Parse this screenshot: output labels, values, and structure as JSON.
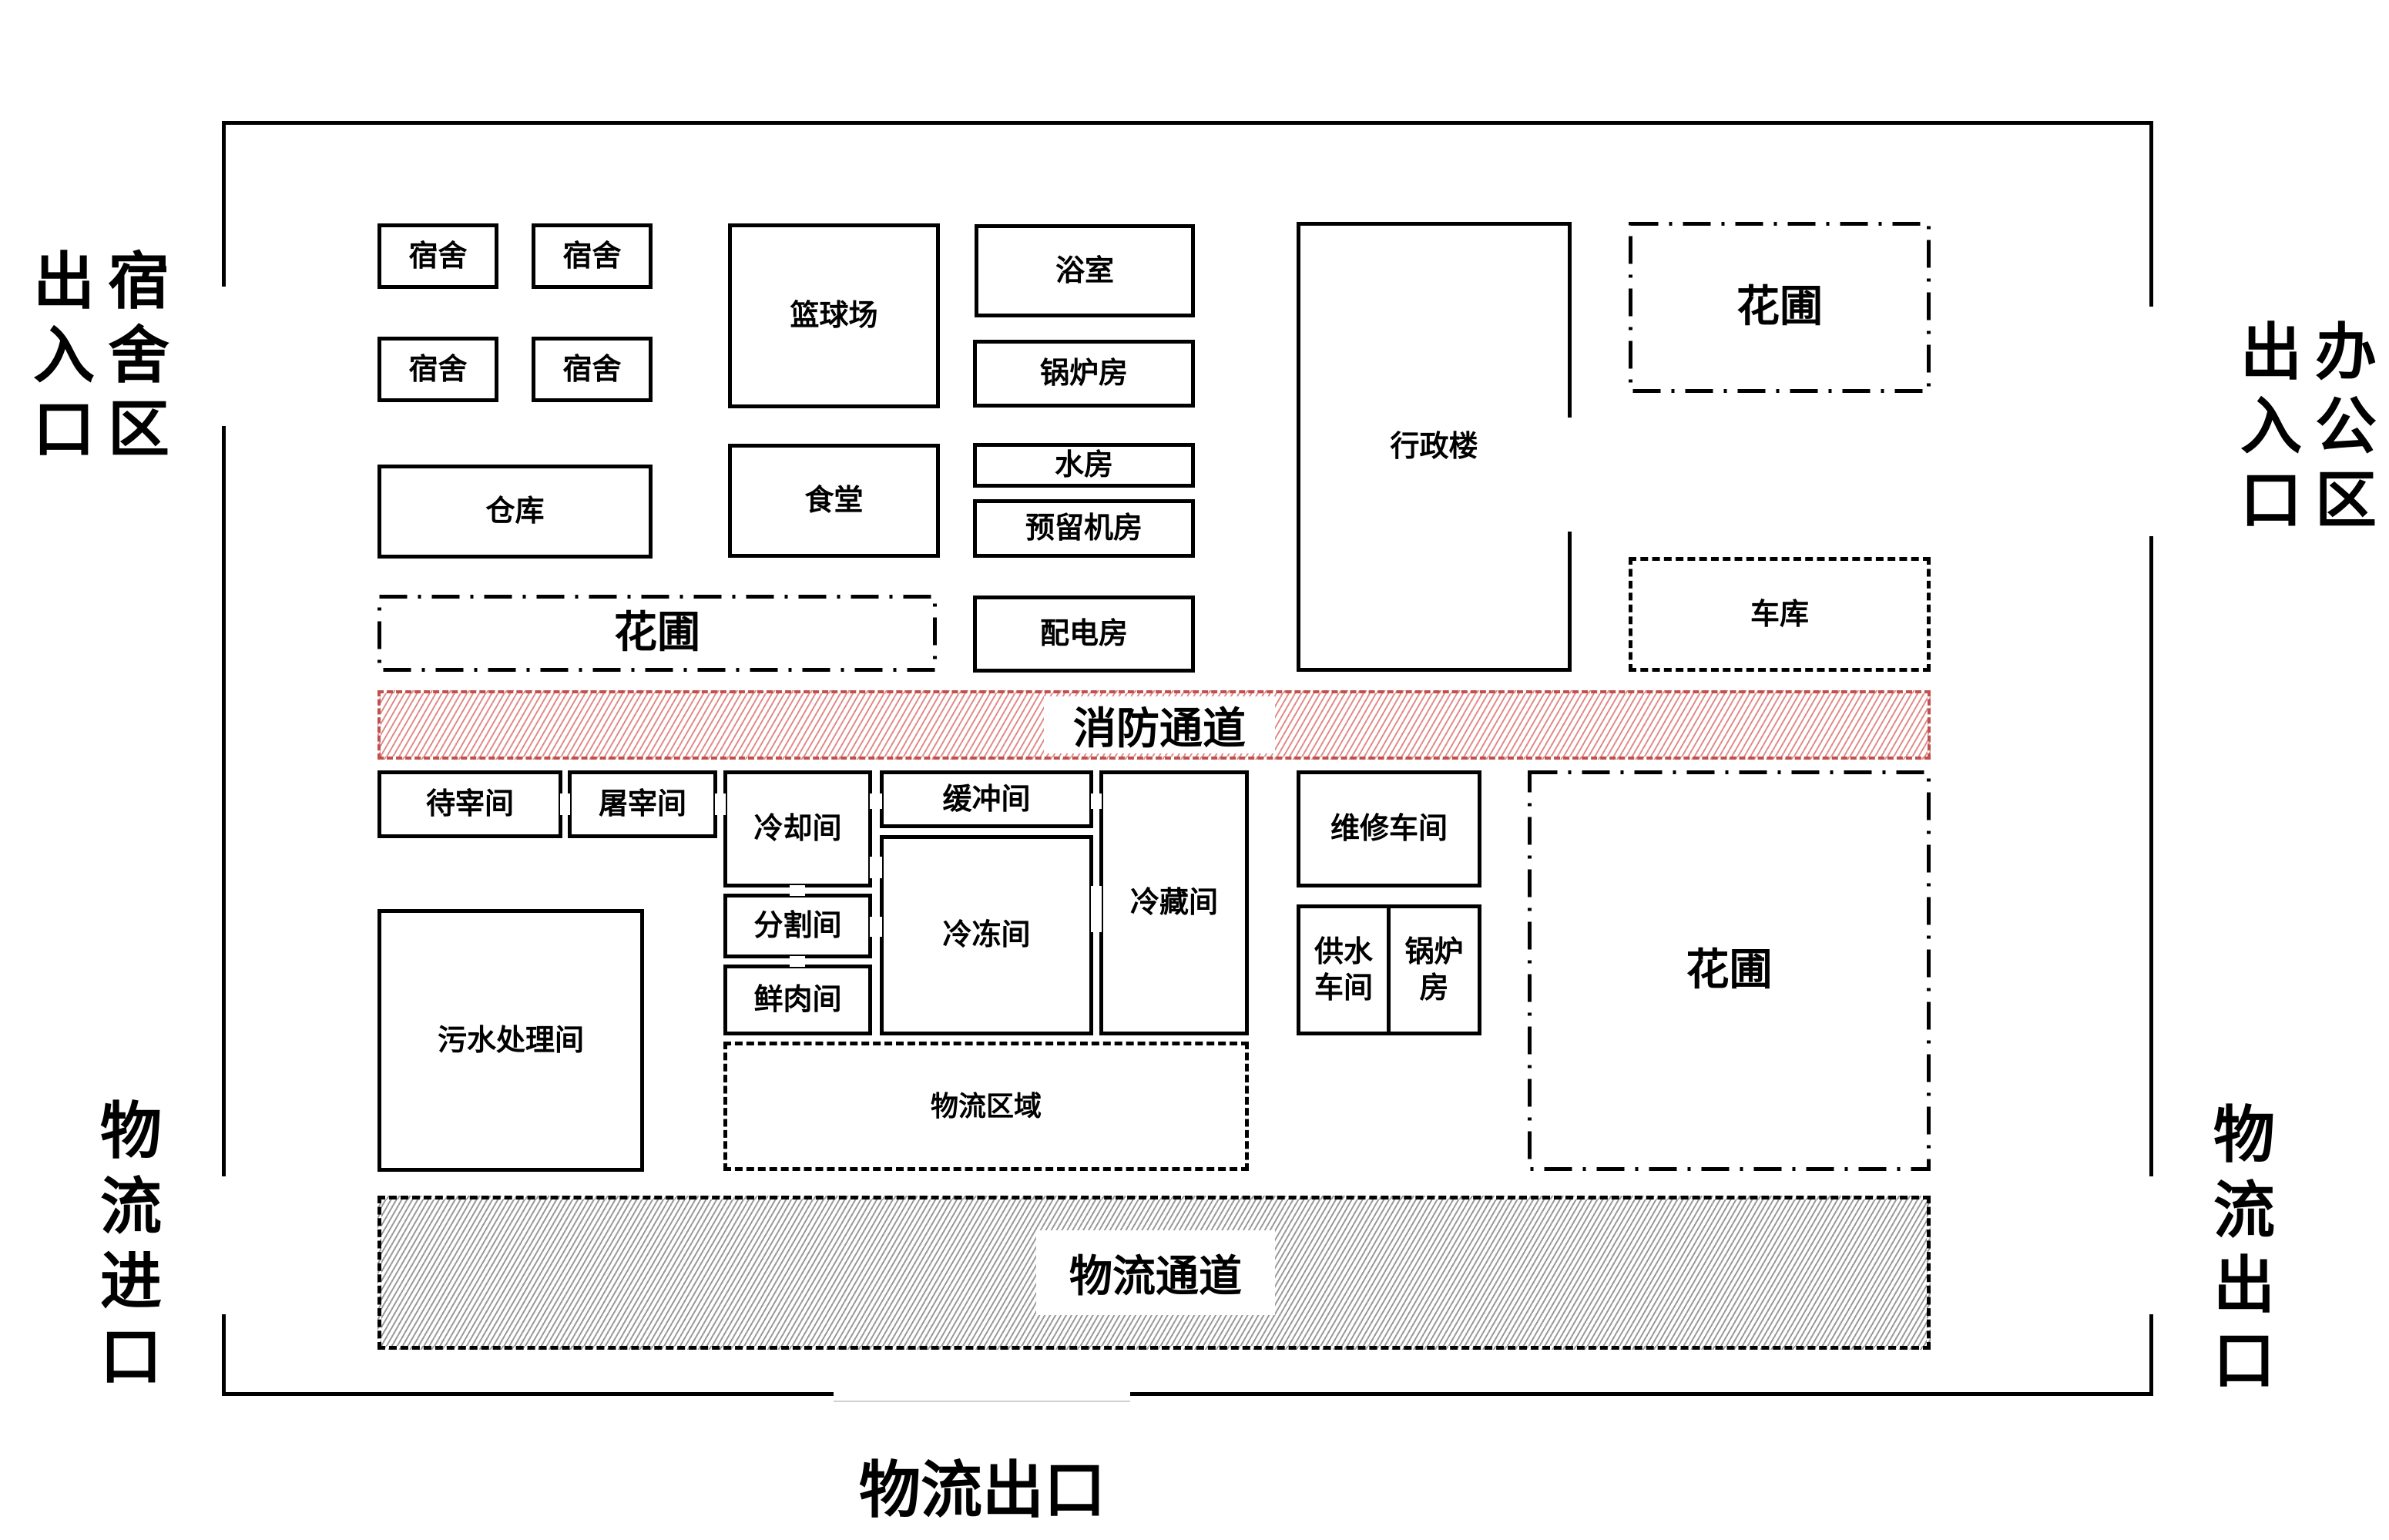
{
  "title": "厂区平面布局图",
  "exits": {
    "dorm_entrance": {
      "left": "出入口",
      "right": "宿舍区"
    },
    "office_entrance": {
      "left": "出入口",
      "right": "办公区"
    },
    "logistics_in": "物流进口",
    "logistics_out_right": "物流出口",
    "logistics_out_bottom": "物流出口"
  },
  "buildings": {
    "dorm_1": "宿舍",
    "dorm_2": "宿舍",
    "dorm_3": "宿舍",
    "dorm_4": "宿舍",
    "warehouse": "仓库",
    "garden_left": "花圃",
    "basketball_court": "篮球场",
    "canteen": "食堂",
    "bathroom": "浴室",
    "boiler_room_top": "锅炉房",
    "water_room": "水房",
    "reserved_machine_room": "预留机房",
    "power_distribution_room": "配电房",
    "admin_building": "行政楼",
    "garden_top_right": "花圃",
    "garage": "车库",
    "fire_lane": "消防通道",
    "lairage": "待宰间",
    "slaughter_room": "屠宰间",
    "cooling_room": "冷却间",
    "buffer_room": "缓冲间",
    "cold_storage_room": "冷藏间",
    "cutting_room": "分割间",
    "freezer_room": "冷冻间",
    "fresh_meat_room": "鲜肉间",
    "sewage_treatment": "污水处理间",
    "logistics_area": "物流区域",
    "repair_workshop": "维修车间",
    "water_supply_workshop": "供水车间",
    "boiler_room_bottom": "锅炉房",
    "garden_bottom_right": "花圃",
    "logistics_lane": "物流通道"
  },
  "colors": {
    "wall": "#000000",
    "fire_lane_border": "#c0504d",
    "fire_lane_hatch": "#e08c8a",
    "logistics_lane_hatch": "#9a9a9a"
  }
}
